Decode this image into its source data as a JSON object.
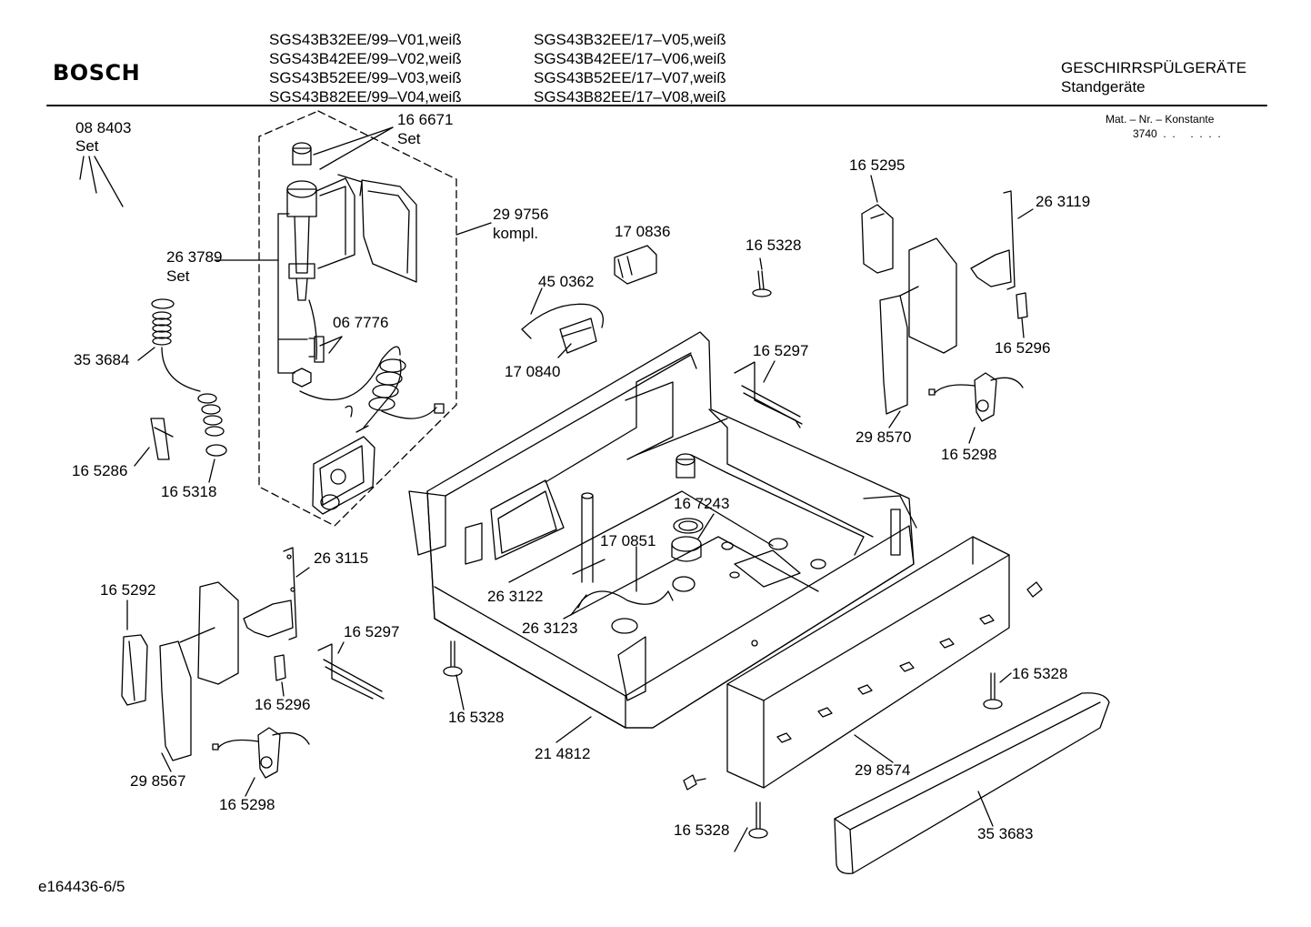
{
  "header": {
    "brand": "BOSCH",
    "models_col1": [
      "SGS43B32EE/99–V01,weiß",
      "SGS43B42EE/99–V02,weiß",
      "SGS43B52EE/99–V03,weiß",
      "SGS43B82EE/99–V04,weiß"
    ],
    "models_col2": [
      "SGS43B32EE/17–V05,weiß",
      "SGS43B42EE/17–V06,weiß",
      "SGS43B52EE/17–V07,weiß",
      "SGS43B82EE/17–V08,weiß"
    ],
    "category": "GESCHIRRSPÜLGERÄTE",
    "subcategory": "Standgeräte",
    "mat_label": "Mat. – Nr. – Konstante",
    "mat_value": "3740  .  .     .  .  .  ."
  },
  "parts": {
    "p088403": "08 8403",
    "p088403_note": "Set",
    "p166671": "16 6671",
    "p166671_note": "Set",
    "p299756": "29 9756",
    "p299756_note": "kompl.",
    "p263789": "26 3789",
    "p263789_note": "Set",
    "p067776": "06 7776",
    "p353684": "35 3684",
    "p165286": "16 5286",
    "p165318": "16 5318",
    "p170836": "17 0836",
    "p450362": "45 0362",
    "p170840": "17 0840",
    "p165328_a": "16 5328",
    "p165297_a": "16 5297",
    "p165295": "16 5295",
    "p263119": "26 3119",
    "p165296_a": "16 5296",
    "p298570": "29 8570",
    "p165298_a": "16 5298",
    "p167243": "16 7243",
    "p170851": "17 0851",
    "p263122": "26 3122",
    "p263123": "26 3123",
    "p263115": "26 3115",
    "p165292": "16 5292",
    "p165297_b": "16 5297",
    "p165296_b": "16 5296",
    "p298567": "29 8567",
    "p165298_b": "16 5298",
    "p165328_b": "16 5328",
    "p214812": "21 4812",
    "p165328_c": "16 5328",
    "p298574": "29 8574",
    "p165328_d": "16 5328",
    "p353683": "35 3683"
  },
  "footer": {
    "drawing_id": "e164436-6/5"
  }
}
